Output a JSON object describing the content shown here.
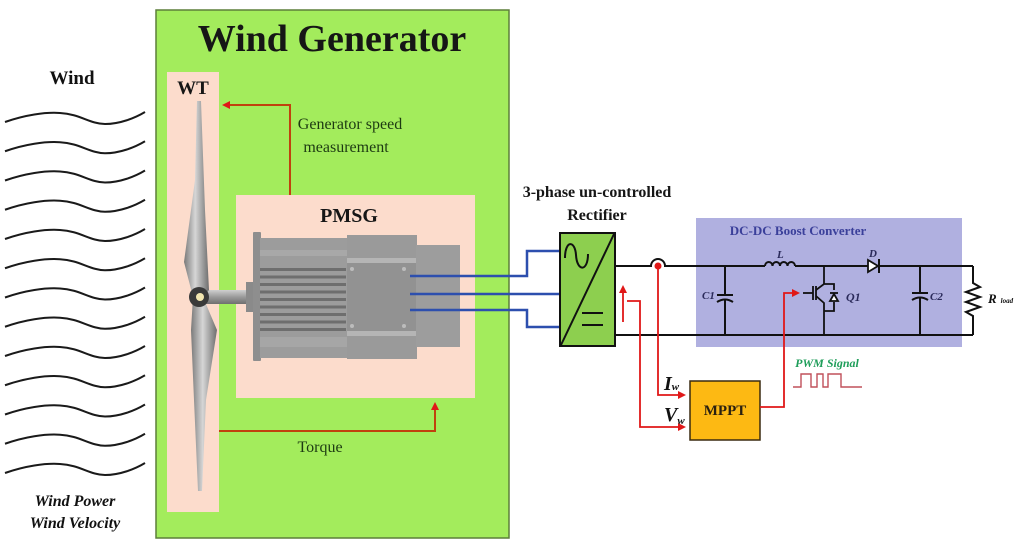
{
  "title": "Wind Generator",
  "wind": {
    "label": "Wind",
    "caption_line1": "Wind Power",
    "caption_line2": "Wind Velocity",
    "wave_count": 13
  },
  "turbine": {
    "label": "WT"
  },
  "generator": {
    "label": "PMSG"
  },
  "feedback": {
    "speed_line1": "Generator speed",
    "speed_line2": "measurement",
    "torque": "Torque"
  },
  "rectifier": {
    "label_line1": "3-phase un-controlled",
    "label_line2": "Rectifier"
  },
  "boost": {
    "title": "DC-DC Boost Converter",
    "inductor": "L",
    "diode": "D",
    "switch": "Q1",
    "cap_in": "C1",
    "cap_out": "C2",
    "load_main": "R",
    "load_sub": "load"
  },
  "mppt": {
    "label": "MPPT",
    "current_main": "I",
    "current_sub": "w",
    "voltage_main": "V",
    "voltage_sub": "w"
  },
  "pwm": {
    "label": "PWM Signal"
  },
  "colors": {
    "generator_bg": "#a3ec5c",
    "panel_bg": "#fcdccc",
    "boost_bg": "#b0b0e0",
    "boost_title": "#3a3f9a",
    "rectifier_bg": "#8dcf4f",
    "mppt_bg": "#fdb913",
    "signal_red": "#e01818",
    "phase_blue": "#2d4fae",
    "pwm_green": "#1f9e5a",
    "pwm_wave": "#c0505a"
  }
}
